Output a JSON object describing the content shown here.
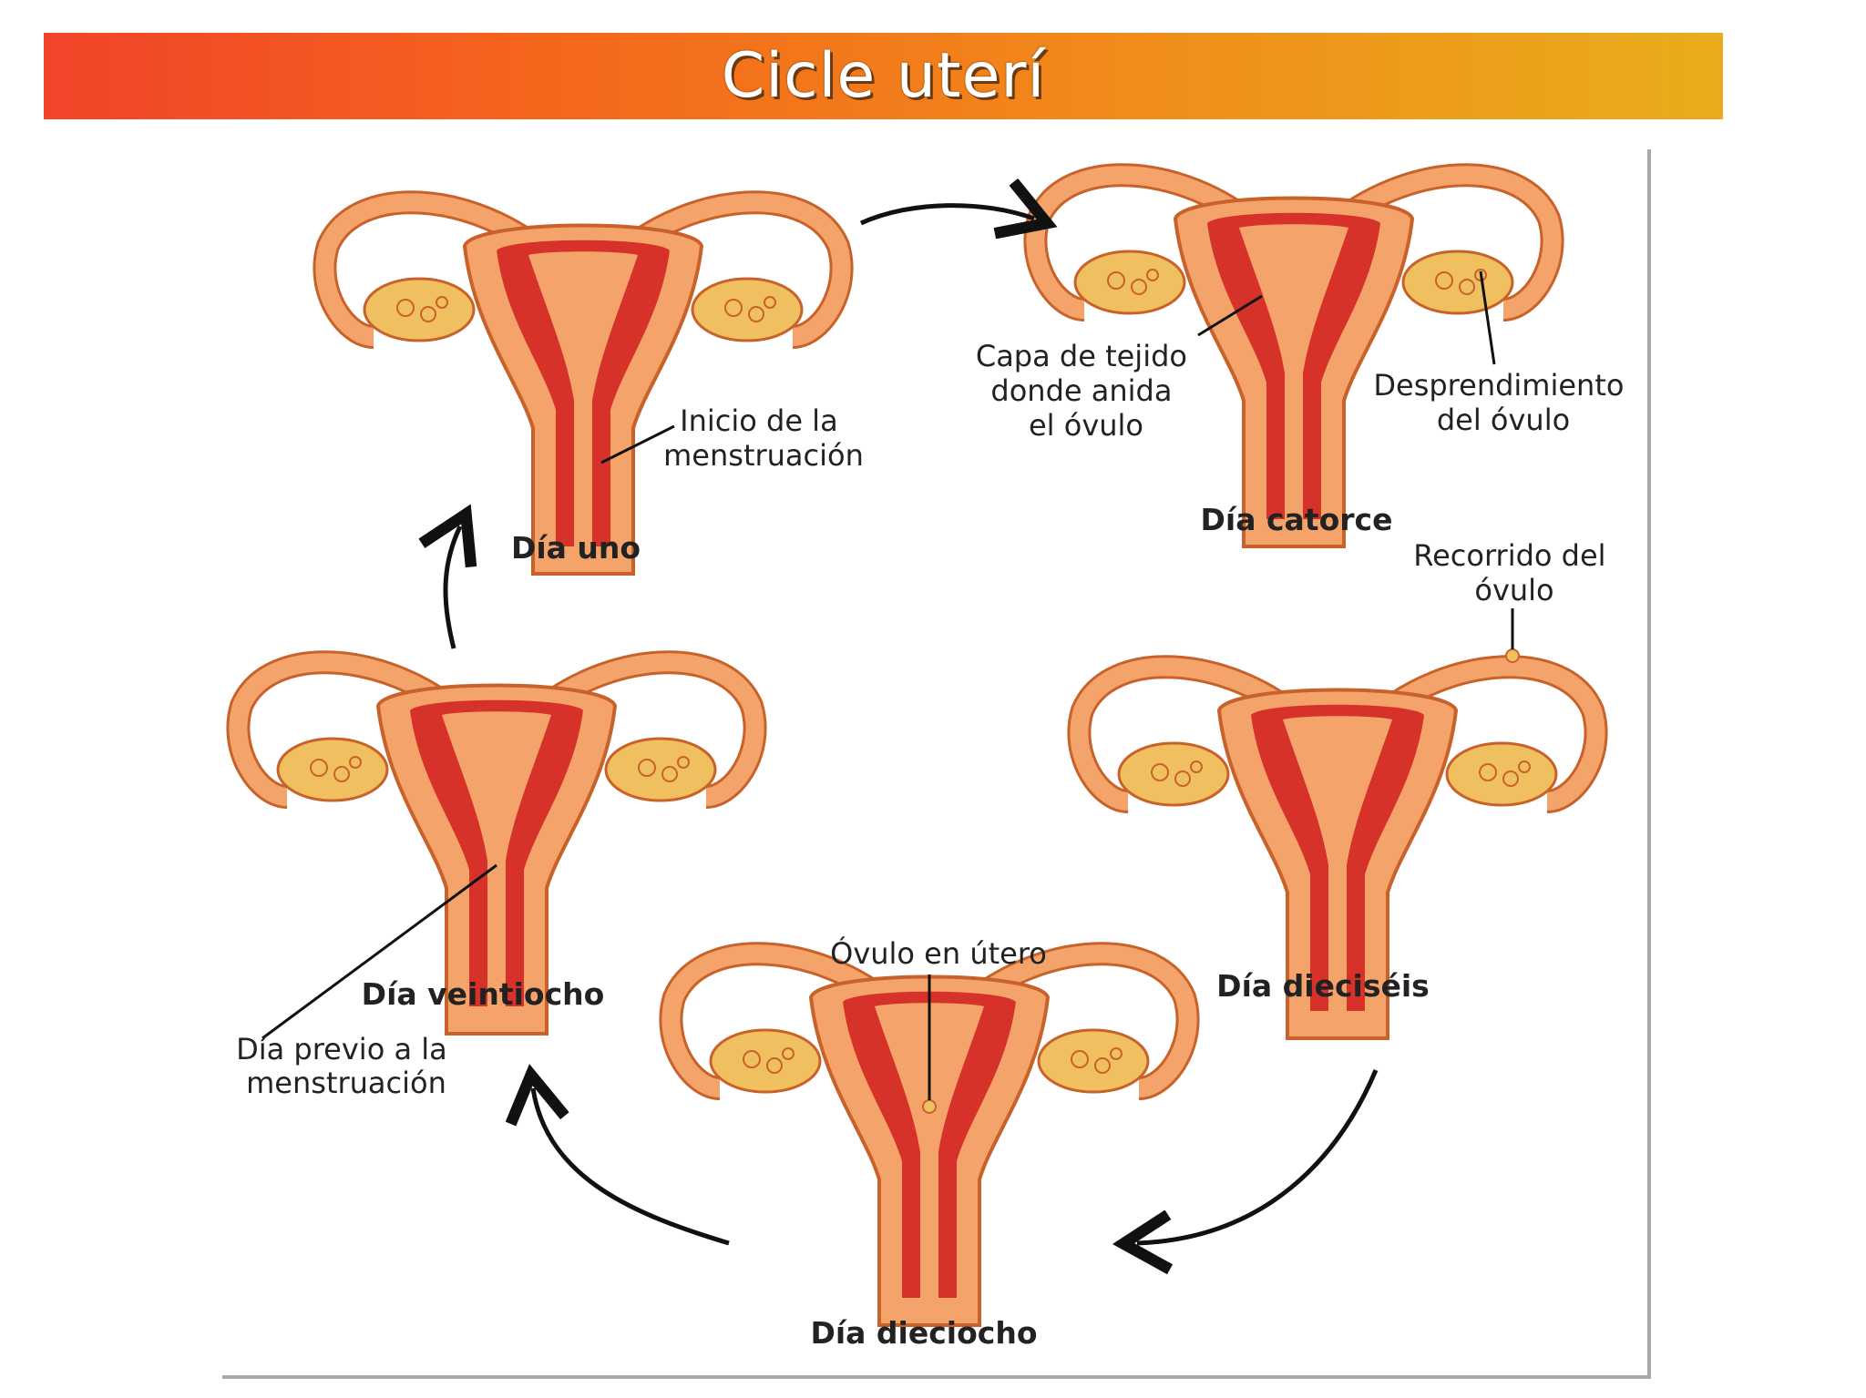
{
  "title": "Cicle uterí",
  "stages": [
    {
      "label": "Día uno",
      "note": [
        "Inicio de la",
        "menstruación"
      ]
    },
    {
      "label": "Día catorce",
      "note": [
        "Capa de tejido",
        "donde anida",
        "el óvulo"
      ],
      "note2": [
        "Desprendimiento",
        "del óvulo"
      ]
    },
    {
      "label": "Día dieciséis",
      "note": [
        "Recorrido del",
        "óvulo"
      ]
    },
    {
      "label": "Día dieciocho",
      "note": [
        "Óvulo en útero"
      ]
    },
    {
      "label": "Día veintiocho",
      "note": [
        "Día previo a la",
        "menstruación"
      ]
    }
  ],
  "colors": {
    "uterus_outer": "#f4a46a",
    "uterus_lining": "#d7322a",
    "ovary": "#f0c060",
    "outline": "#c8622a"
  }
}
